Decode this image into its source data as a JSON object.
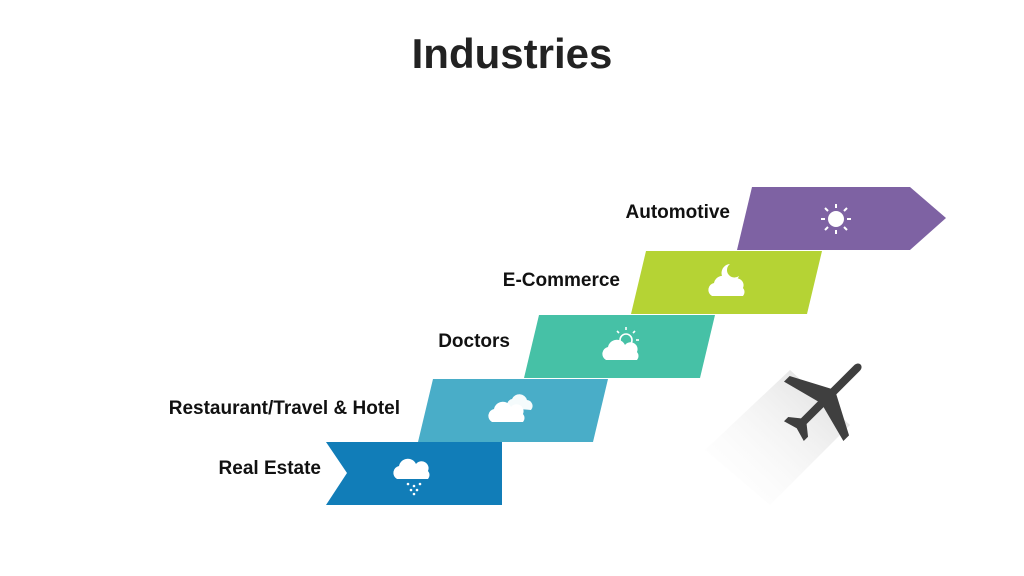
{
  "title": "Industries",
  "steps": [
    {
      "label": "Automotive",
      "color": "#7E62A3",
      "icon": "sun-icon"
    },
    {
      "label": "E-Commerce",
      "color": "#B5D334",
      "icon": "cloud-moon-icon"
    },
    {
      "label": "Doctors",
      "color": "#46C1A6",
      "icon": "cloud-sun-icon"
    },
    {
      "label": "Restaurant/Travel & Hotel",
      "color": "#49ADC8",
      "icon": "cloud-icon"
    },
    {
      "label": "Real Estate",
      "color": "#117DB8",
      "icon": "cloud-rain-icon"
    }
  ],
  "decoration": {
    "icon": "airplane-icon",
    "color": "#3F3F3F"
  }
}
